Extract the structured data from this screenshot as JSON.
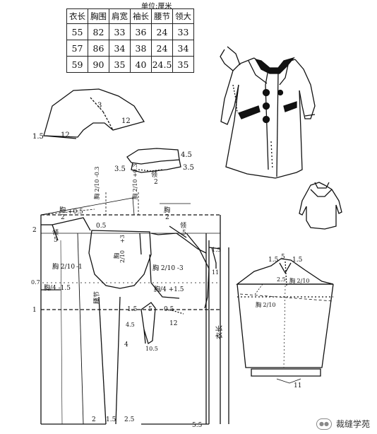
{
  "unit_label": "单位:厘米",
  "size_table": {
    "headers": [
      "衣长",
      "胸围",
      "肩宽",
      "袖长",
      "腰节",
      "领大"
    ],
    "rows": [
      [
        "55",
        "82",
        "33",
        "36",
        "24",
        "33"
      ],
      [
        "57",
        "86",
        "34",
        "38",
        "24",
        "34"
      ],
      [
        "59",
        "90",
        "35",
        "40",
        "24.5",
        "35"
      ]
    ]
  },
  "collar_labels": {
    "top_1_5": "1.5",
    "len_12a": "12",
    "len_12b": "12",
    "len_3": "3"
  },
  "band_labels": {
    "h45": "4.5",
    "h35a": "3.5",
    "h35b": "3.5",
    "lead": "领",
    "lead_den": "2"
  },
  "bodice_labels": {
    "bust_q_num": "胸",
    "bust_q_den": "2",
    "plus05": "+0.5",
    "neck_num": "领",
    "neck_den": "5",
    "neck_num2": "领",
    "neck_den2": "5",
    "shoulder_top": "胸",
    "shoulder_top_den": "2",
    "dim_05": "0.5",
    "dim_2": "2",
    "dim_07": "0.7",
    "dim_1": "1",
    "dim_15a": "1.5",
    "dim_15b": "1.5",
    "dim_5": "5",
    "dim_05b": "0.5",
    "dim_12": "12",
    "dim_55": "5.5",
    "dim_4": "4",
    "dim_105": "10.5",
    "dim_2b": "2",
    "dim_15c": "1.5",
    "dim_25": "2.5",
    "dim_45": "4.5",
    "dim_11": "11",
    "dim_3": "3",
    "armhole_num": "胸",
    "armhole_frac": "2/10",
    "armhole_plus3": "+3",
    "waist_label": "腰节",
    "length_label": "衣长",
    "bust_left": "胸 2/10",
    "bust_left_minus": "-1",
    "bust_quarter": "胸/4 -1.5",
    "right_bust": "胸 2/10 -3",
    "right_quarter": "胸/4 +1.5",
    "back_top": "胸 2/10 -0.3",
    "front_top": "胸 2/10 +0.3",
    "right_shoulder": "领/5"
  },
  "sleeve_labels": {
    "s15a": "1.5",
    "s5": "5",
    "s15b": "1.5",
    "s25": "2.5",
    "s_bust": "胸 2/10",
    "s_arm": "胸 2/10",
    "s_11": "11"
  },
  "watermark": {
    "text": "裁缝学苑",
    "icon": "chat-bubble-icon"
  }
}
